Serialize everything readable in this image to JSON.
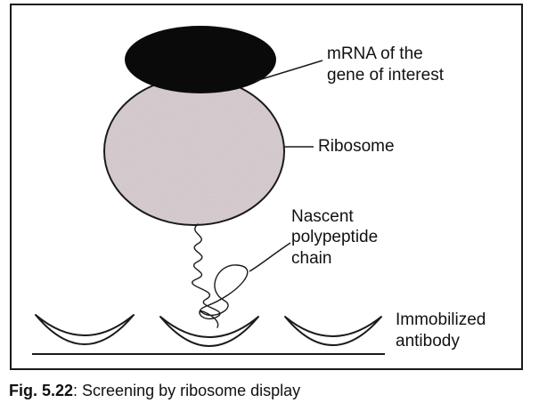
{
  "labels": {
    "mrna_line1": "mRNA of the",
    "mrna_line2": "gene of interest",
    "ribosome": "Ribosome",
    "polypeptide_line1": "Nascent",
    "polypeptide_line2": "polypeptide",
    "polypeptide_line3": "chain",
    "antibody_line1": "Immobilized",
    "antibody_line2": "antibody"
  },
  "caption": {
    "number": "Fig. 5.22",
    "text": ": Screening by ribosome display"
  },
  "colors": {
    "mrna": "#0a0a0a",
    "ribosome": "#d9d2d4",
    "stroke": "#1a1a1a"
  }
}
